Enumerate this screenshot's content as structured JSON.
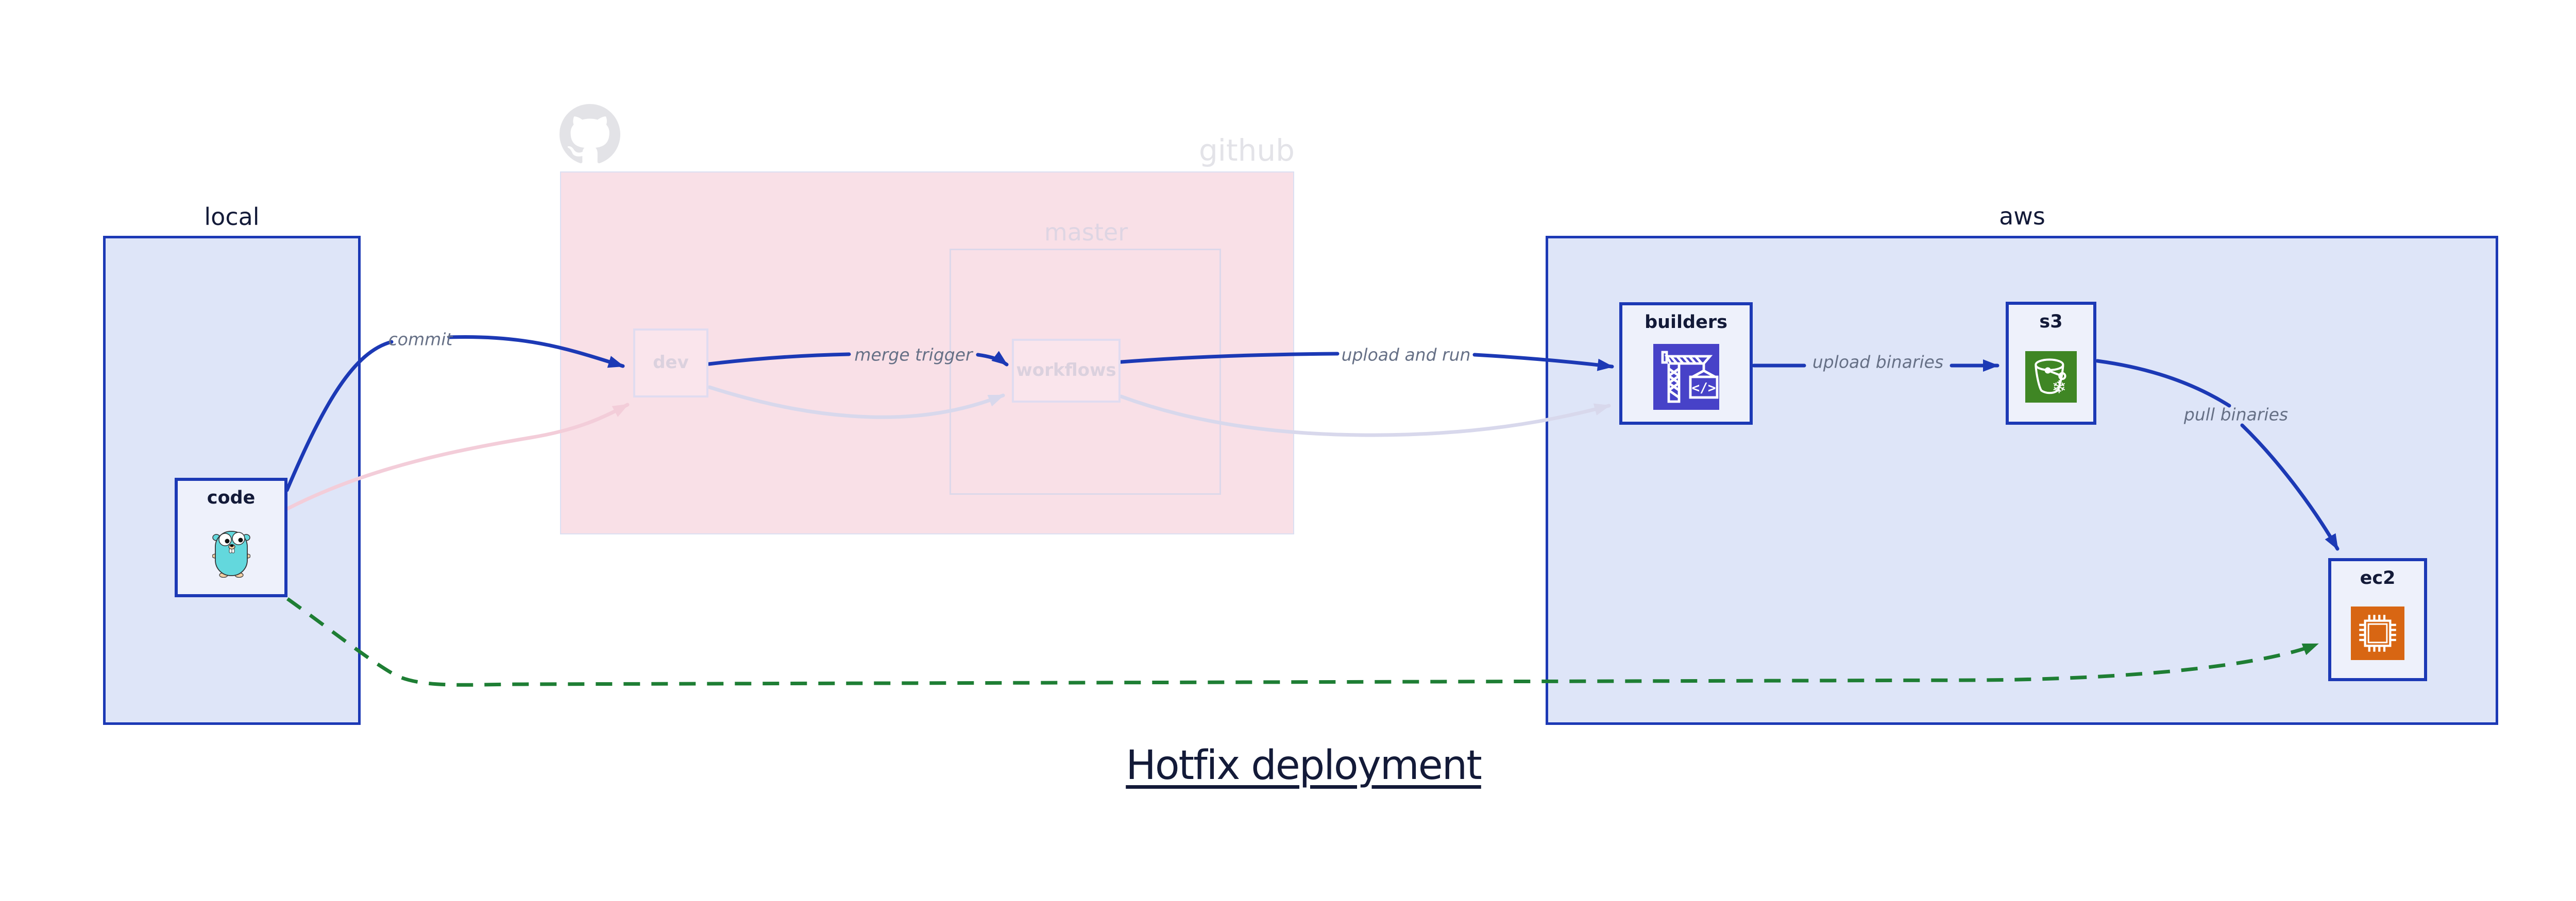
{
  "title": {
    "text": "Hotfix deployment"
  },
  "clusters": {
    "local": {
      "label": "local"
    },
    "github": {
      "label": "github"
    },
    "master": {
      "label": "master"
    },
    "aws": {
      "label": "aws"
    }
  },
  "nodes": {
    "code": {
      "label": "code",
      "icon": "go-gopher-icon"
    },
    "dev": {
      "label": "dev"
    },
    "workflows": {
      "label": "workflows"
    },
    "builders": {
      "label": "builders",
      "icon": "codebuild-crane-icon"
    },
    "s3": {
      "label": "s3",
      "icon": "s3-glacier-bucket-icon"
    },
    "ec2": {
      "label": "ec2",
      "icon": "ec2-chip-icon"
    }
  },
  "edges": [
    {
      "from": "code",
      "to": "dev",
      "label": "commit",
      "style": "solid-blue"
    },
    {
      "from": "dev",
      "to": "workflows",
      "label": "merge trigger",
      "style": "solid-blue"
    },
    {
      "from": "workflows",
      "to": "builders",
      "label": "upload and run",
      "style": "solid-blue"
    },
    {
      "from": "builders",
      "to": "s3",
      "label": "upload binaries",
      "style": "solid-blue"
    },
    {
      "from": "s3",
      "to": "ec2",
      "label": "pull binaries",
      "style": "solid-blue"
    },
    {
      "from": "code",
      "to": "dev",
      "label": "",
      "style": "faded-pink"
    },
    {
      "from": "dev",
      "to": "workflows",
      "label": "",
      "style": "faded-lavender"
    },
    {
      "from": "workflows",
      "to": "builders",
      "label": "",
      "style": "faded-lavender"
    },
    {
      "from": "code",
      "to": "ec2",
      "label": "",
      "style": "dashed-green"
    }
  ],
  "colors": {
    "accent_blue": "#1c39b5",
    "cluster_blue_fill": "#dee5f8",
    "node_fill": "#eef1fb",
    "github_pink_fill": "#f9e0e7",
    "faded_pink_edge": "#f3cdd9",
    "faded_lavender_edge": "#d8d8ec",
    "hotfix_green": "#1e7e34",
    "edge_label_gray": "#667086",
    "dark_navy_text": "#131a38",
    "faded_node_text": "#dbd1de",
    "github_gray": "#e3e3e8",
    "codebuild_indigo": "#4742c8",
    "s3_green": "#3f8624",
    "ec2_orange": "#d86613",
    "gopher_teal": "#63d8dd"
  }
}
